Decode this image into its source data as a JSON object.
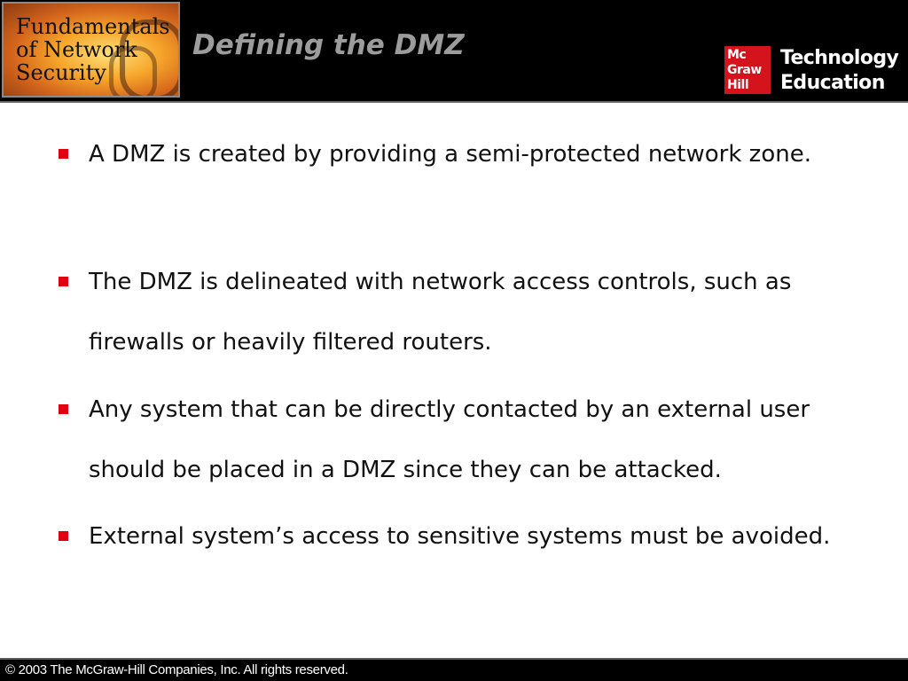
{
  "header": {
    "book_logo_lines": [
      "Fundamentals",
      "of Network",
      "Security"
    ],
    "title": "Defining the DMZ",
    "publisher": {
      "mark_lines": [
        "Mc",
        "Graw",
        "Hill"
      ],
      "text_lines": [
        "Technology",
        "Education"
      ]
    }
  },
  "bullets": [
    "A DMZ is created by providing a semi-protected network zone.",
    "The DMZ is delineated with network access controls, such as firewalls or heavily filtered routers.",
    "Any system that can be directly contacted by an external user should be placed in a DMZ since they can be attacked.",
    "External system’s access to sensitive systems must be avoided."
  ],
  "footer": {
    "copyright": "© 2003 The McGraw-Hill Companies, Inc. All rights reserved."
  },
  "colors": {
    "header_background": "#000000",
    "title": "#9c9c9c",
    "bullet_marker": "#e0000f",
    "publisher_red": "#d4131c"
  }
}
